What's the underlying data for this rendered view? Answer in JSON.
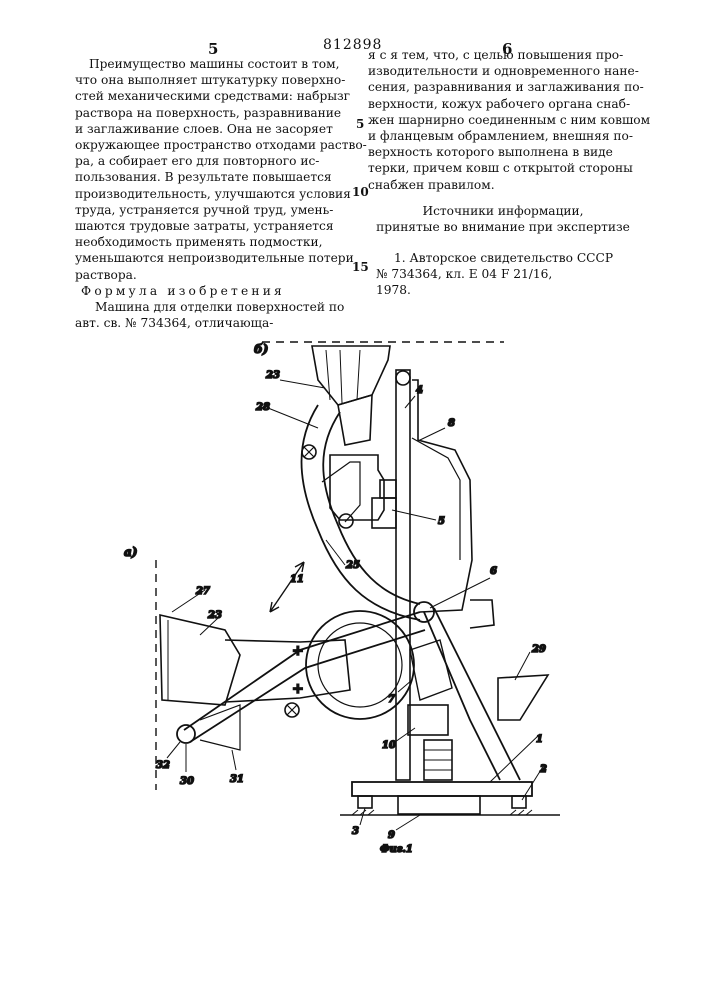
{
  "header": {
    "left_page": "5",
    "doc_number": "812898",
    "right_page": "6"
  },
  "left_column": {
    "lines": [
      "Преимущество машины состоит в том,",
      "что она выполняет штукатурку поверхно-",
      "стей механическими средствами: набрызг",
      "раствора на поверхность, разравнивание",
      "и заглаживание слоев. Она не засоряет",
      "окружающее пространство отходами раство-",
      "ра, а собирает его для повторного ис-",
      "пользования. В результате повышается",
      "производительность, улучшаются условия",
      "труда, устраняется ручной труд, умень-",
      "шаются трудовые затраты, устраняется",
      "необходимость применять подмостки,",
      "уменьшаются непроизводительные потери",
      "раствора."
    ],
    "formula_heading": "Формула изобретения",
    "formula_lines": [
      "Машина для отделки поверхностей по",
      "авт. св. № 734364, отличающа-"
    ]
  },
  "right_column": {
    "lines": [
      "я с я тем, что, с целью повышения про-",
      "изводительности и одновременного нане-",
      "сения, разравнивания и заглаживания по-",
      "верхности, кожух рабочего органа снаб-",
      "жен шарнирно соединенным с ним ковшом",
      "и фланцевым обрамлением, внешняя по-",
      "верхность которого выполнена в виде",
      "терки, причем ковш с открытой стороны",
      "снабжен правилом."
    ],
    "sources_heading_1": "Источники информации,",
    "sources_heading_2": "принятые во внимание при экспертизе",
    "sources_lines": [
      "1. Авторское свидетельство СССР",
      "№ 734364, кл. Е 04 F 21/16,",
      "1978."
    ]
  },
  "line_numbers": [
    "5",
    "10",
    "15"
  ],
  "figure": {
    "view_b": "б)",
    "view_a": "а)",
    "caption": "Фиг.1",
    "labels": [
      "23",
      "28",
      "4",
      "8",
      "5",
      "11",
      "25",
      "6",
      "27",
      "23",
      "29",
      "7",
      "10",
      "1",
      "2",
      "32",
      "30",
      "31",
      "3",
      "9"
    ]
  }
}
